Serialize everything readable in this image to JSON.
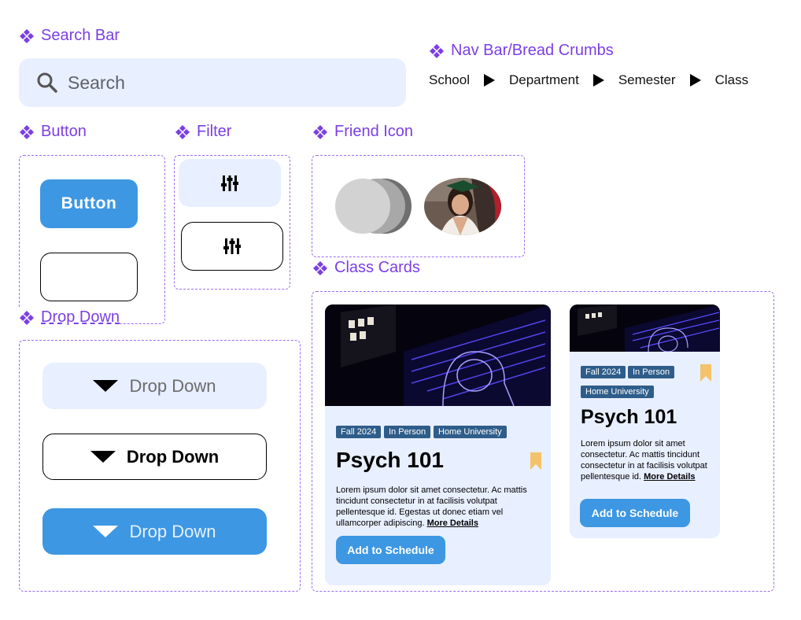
{
  "sections": {
    "search_bar": "Search Bar",
    "nav_bar": "Nav Bar/Bread Crumbs",
    "button": "Button",
    "filter": "Filter",
    "friend_icon": "Friend Icon",
    "class_cards": "Class Cards",
    "drop_down": "Drop Down"
  },
  "search": {
    "placeholder": "Search",
    "icon": "search-icon"
  },
  "breadcrumbs": [
    "School",
    "Department",
    "Semester",
    "Class"
  ],
  "button": {
    "primary_label": "Button",
    "secondary_label": ""
  },
  "filter": {
    "icon": "sliders-icon"
  },
  "dropdowns": {
    "light": "Drop Down",
    "outline": "Drop Down",
    "filled": "Drop Down"
  },
  "colors": {
    "accent": "#7b3fe4",
    "primary": "#3d97e3",
    "light_bg": "#e8efff",
    "tag_bg": "#2f5d8a",
    "bookmark": "#f2c36b"
  },
  "cards": [
    {
      "tags": [
        "Fall 2024",
        "In Person",
        "Home University"
      ],
      "title": "Psych 101",
      "description": "Lorem ipsum dolor sit amet consectetur. Ac mattis tincidunt consectetur in at facilisis volutpat pellentesque id. Egestas ut donec etiam vel ullamcorper adipiscing.",
      "more": "More Details",
      "action": "Add to Schedule"
    },
    {
      "tags": [
        "Fall 2024",
        "In Person",
        "Home University"
      ],
      "title": "Psych 101",
      "description": "Lorem ipsum dolor sit amet consectetur. Ac mattis tincidunt consectetur in at facilisis volutpat pellentesque id.",
      "more": "More Details",
      "action": "Add to Schedule"
    }
  ]
}
